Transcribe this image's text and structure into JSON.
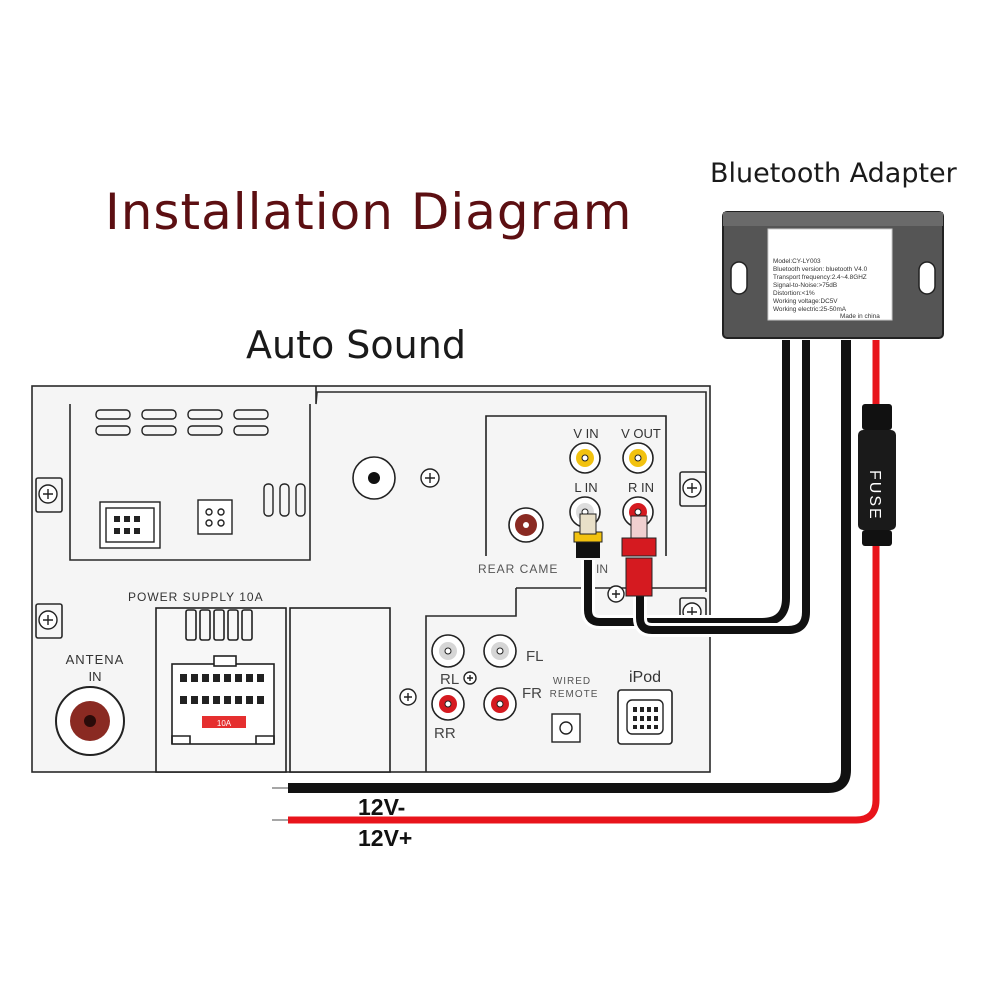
{
  "title": "Installation Diagram",
  "head_unit": {
    "name": "Auto Sound",
    "power_supply_label": "POWER SUPPLY 10A",
    "fuse_chip_label": "10A",
    "antenna_label_1": "ANTENA",
    "antenna_label_2": "IN",
    "v_in": "V IN",
    "v_out": "V OUT",
    "l_in": "L IN",
    "r_in": "R IN",
    "rear_camera": "REAR CAME",
    "rear_camera_suffix": "IN",
    "fl": "FL",
    "fr": "FR",
    "rl": "RL",
    "rr": "RR",
    "wired_remote_1": "WIRED",
    "wired_remote_2": "REMOTE",
    "ipod": "iPod"
  },
  "adapter": {
    "name": "Bluetooth Adapter",
    "specs": [
      "Model:CY-LY003",
      "Bluetooth version: bluetooth V4.0",
      "Transport frequency:2.4~4.8GHZ",
      "Signal-to-Noise:>75dB",
      "Distortion:<1%",
      "Working voltage:DC5V",
      "Working electric:25-50mA"
    ],
    "made_in": "Made in china"
  },
  "fuse_label": "FUSE",
  "wires": {
    "negative": "12V-",
    "positive": "12V+"
  },
  "colors": {
    "title": "#5c0f12",
    "wire_red": "#e8141b",
    "wire_black": "#111111",
    "rca_yellow": "#f2c20f",
    "rca_red": "#d51a20",
    "antenna_brown": "#8a2a22"
  }
}
